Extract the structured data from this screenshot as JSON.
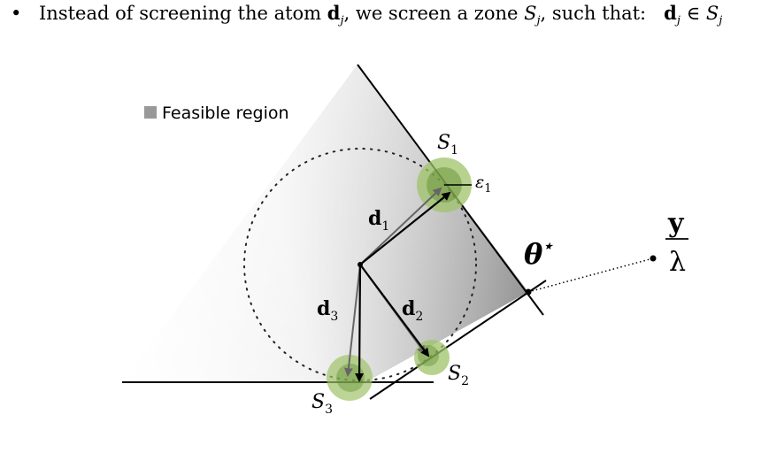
{
  "header": {
    "bullet": "•",
    "text_before": "Instead of screening the atom ",
    "atom_symbol": "d",
    "atom_index": "j",
    "text_middle": ", we screen a zone ",
    "zone_symbol": "S",
    "zone_index": "j",
    "text_after": ", such that:",
    "condition_lhs": "d",
    "condition_lhs_index": "j",
    "condition_op": "∈",
    "condition_rhs": "S",
    "condition_rhs_index": "j"
  },
  "legend": {
    "label": "Feasible region",
    "swatch_color": "#999999"
  },
  "labels": {
    "d1": "d",
    "d1_idx": "1",
    "d2": "d",
    "d2_idx": "2",
    "d3": "d",
    "d3_idx": "3",
    "s1": "S",
    "s1_idx": "1",
    "s2": "S",
    "s2_idx": "2",
    "s3": "S",
    "s3_idx": "3",
    "eps": "ε",
    "eps_idx": "1",
    "theta": "θ",
    "theta_sup": "⋆",
    "y_num": "y",
    "y_den": "λ"
  },
  "colors": {
    "zone_fill": "#9fc36a",
    "zone_dark": "#5a8a2a",
    "region": "#8c8c8c"
  }
}
